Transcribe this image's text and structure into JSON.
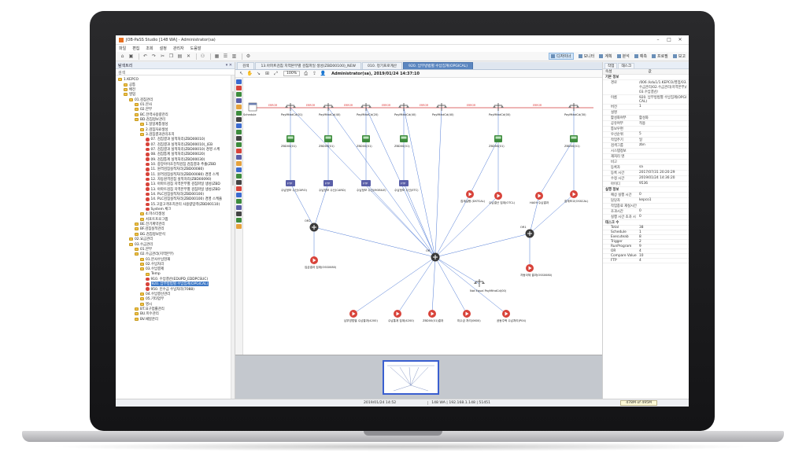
{
  "window": {
    "title": "JOB-PaSS Studio [148 WA] - Administrator(sa)"
  },
  "menu": [
    "파일",
    "편집",
    "조회",
    "설정",
    "관리자",
    "도움말"
  ],
  "views": [
    {
      "label": "디자이너",
      "active": true
    },
    {
      "label": "모니터",
      "active": false
    },
    {
      "label": "계획",
      "active": false
    },
    {
      "label": "분석",
      "active": false
    },
    {
      "label": "예측",
      "active": false
    },
    {
      "label": "프로필",
      "active": false
    },
    {
      "label": "보고",
      "active": false
    }
  ],
  "left_panel": {
    "title": "탐색트리",
    "search_placeholder": "검색",
    "items": [
      {
        "label": "1.KEPCO",
        "type": "folder",
        "indent": 0
      },
      {
        "label": "공통",
        "type": "folder",
        "indent": 1
      },
      {
        "label": "배전",
        "type": "folder",
        "indent": 1
      },
      {
        "label": "영업",
        "type": "folder",
        "indent": 1
      },
      {
        "label": "01.검침관리",
        "type": "folder",
        "indent": 2
      },
      {
        "label": "01.본사",
        "type": "folder",
        "indent": 3
      },
      {
        "label": "02.본부",
        "type": "folder",
        "indent": 3
      },
      {
        "label": "BC.전력사용량관리",
        "type": "folder",
        "indent": 3
      },
      {
        "label": "BD.검침정보관리",
        "type": "folder",
        "indent": 3
      },
      {
        "label": "1.일일계통생성",
        "type": "folder",
        "indent": 4
      },
      {
        "label": "2.검침자료생성",
        "type": "folder",
        "indent": 4
      },
      {
        "label": "3.검침결과관리조치",
        "type": "folder",
        "indent": 4
      },
      {
        "label": "07. 검침결과 실적처리(ZBD00010)",
        "type": "job",
        "indent": 5
      },
      {
        "label": "07. 검침결과 실적처리(ZBD00010)_(EB",
        "type": "job",
        "indent": 5
      },
      {
        "label": "07. 검침결과 실적처리(ZBD00010) 경영 스케",
        "type": "job",
        "indent": 5
      },
      {
        "label": "08. 검침통계 실적처리(ZBD00020)",
        "type": "job",
        "indent": 5
      },
      {
        "label": "09. 검침통계 실적처리(ZBD00030)",
        "type": "job",
        "indent": 5
      },
      {
        "label": "10. 중앙아이조친척검침 검침결과 추출(ZBD",
        "type": "job",
        "indent": 5
      },
      {
        "label": "11. 원격검침실적처리(ZBD00080)",
        "type": "job",
        "indent": 5
      },
      {
        "label": "11. 원격검침실적처리(ZBD00080) 경영 스케",
        "type": "job",
        "indent": 5
      },
      {
        "label": "12. 자동원격검침 실적처리(ZBD00090)",
        "type": "job",
        "indent": 5
      },
      {
        "label": "13. 아파트검침 지역본부별 검침파일 생성(ZBD",
        "type": "job",
        "indent": 5
      },
      {
        "label": "13. 아파트검침 지역본부별 검침파일 생성(ZBD",
        "type": "job",
        "indent": 5
      },
      {
        "label": "14. PLC검침실적처리(ZBD00100)",
        "type": "job",
        "indent": 5
      },
      {
        "label": "14. PLC검침실적처리(ZBD00100) 경영 스케줄",
        "type": "job",
        "indent": 5
      },
      {
        "label": "15.고압고객조치관리 사용량입력(ZBD00110)",
        "type": "job",
        "indent": 5
      },
      {
        "label": "System 체크",
        "type": "job",
        "indent": 5
      },
      {
        "label": "4.마스터생성",
        "type": "folder",
        "indent": 4
      },
      {
        "label": "서포트프로그램",
        "type": "folder",
        "indent": 4
      },
      {
        "label": "BE.전기계약관리",
        "type": "folder",
        "indent": 3
      },
      {
        "label": "BF.검침실적관리",
        "type": "folder",
        "indent": 3
      },
      {
        "label": "BG.검침정보분석",
        "type": "folder",
        "indent": 3
      },
      {
        "label": "02.요금관리",
        "type": "folder",
        "indent": 2
      },
      {
        "label": "03.수금관리",
        "type": "folder",
        "indent": 2
      },
      {
        "label": "01.본부",
        "type": "folder",
        "indent": 3
      },
      {
        "label": "02.수금관리(지역본부)",
        "type": "folder",
        "indent": 3
      },
      {
        "label": "01.본사수납현재",
        "type": "folder",
        "indent": 4
      },
      {
        "label": "02.수납처리",
        "type": "folder",
        "indent": 4
      },
      {
        "label": "03.수납결제",
        "type": "folder",
        "indent": 4
      },
      {
        "label": "Temp",
        "type": "folder",
        "indent": 5
      },
      {
        "label": "910. 수납결산(EDUPD_EDDPCSUC)",
        "type": "job",
        "indent": 5
      },
      {
        "label": "920. 납부방법별 수납집계(OPGICAL)",
        "type": "job",
        "indent": 5,
        "selected": true
      },
      {
        "label": "950. 인수금 수납처리(7088)",
        "type": "job",
        "indent": 5
      },
      {
        "label": "04.수납결산관리",
        "type": "folder",
        "indent": 4
      },
      {
        "label": "05.기타업무",
        "type": "folder",
        "indent": 4
      },
      {
        "label": "명시",
        "type": "folder",
        "indent": 4
      },
      {
        "label": "BT.요구업률관리",
        "type": "folder",
        "indent": 3
      },
      {
        "label": "BU.미수관리",
        "type": "folder",
        "indent": 3
      },
      {
        "label": "BV.채널관리",
        "type": "folder",
        "indent": 3
      }
    ]
  },
  "doc_tabs": [
    {
      "label": "검색",
      "active": false
    },
    {
      "label": "13.아파트검침 지역본부별 검침파일 생성(ZBD00100)_NEW",
      "active": false
    },
    {
      "label": "010. 정기프로계산",
      "active": false
    },
    {
      "label": "920. 납부방법별 수납집계(OPGICAL)",
      "active": true
    }
  ],
  "editor": {
    "zoom": "100%",
    "author": "Administrator(sa), 2019/01/24 14:37:10"
  },
  "diagram": {
    "nodes": [
      {
        "id": "schedule",
        "label": "Schedule",
        "kind": "calendar"
      },
      {
        "id": "w1",
        "label": "PayMthdCd(01)",
        "kind": "scale"
      },
      {
        "id": "w2",
        "label": "PayMthdCd(40)",
        "kind": "scale"
      },
      {
        "id": "w3",
        "label": "PayMthdCd(20)",
        "kind": "scale"
      },
      {
        "id": "w4",
        "label": "PayMthdCd(40)",
        "kind": "scale"
      },
      {
        "id": "w5",
        "label": "PayMthdCd(40)",
        "kind": "scale"
      },
      {
        "id": "w6",
        "label": "PayMthdCd(00)",
        "kind": "scale"
      },
      {
        "id": "w7",
        "label": "PayMthdCd(30)",
        "kind": "scale"
      },
      {
        "id": "p1",
        "label": "ZBD00(01)",
        "kind": "program"
      },
      {
        "id": "p2",
        "label": "ZBD00(01)",
        "kind": "program"
      },
      {
        "id": "p3",
        "label": "ZBD00(01)",
        "kind": "program"
      },
      {
        "id": "p4",
        "label": "ZBD00(01)",
        "kind": "program"
      },
      {
        "id": "p5",
        "label": "ZBD00(01)",
        "kind": "program"
      },
      {
        "id": "p6",
        "label": "ZBD00(01)",
        "kind": "program"
      },
      {
        "id": "f1",
        "label": "수납정보 수신(GIRO)",
        "kind": "ftp"
      },
      {
        "id": "f2",
        "label": "수납정보 수신(CARD)",
        "kind": "ftp"
      },
      {
        "id": "f3",
        "label": "수납정보 수신(MOBILE)",
        "kind": "ftp"
      },
      {
        "id": "f4",
        "label": "수납정보 수신(ETC)",
        "kind": "ftp"
      },
      {
        "id": "r1",
        "label": "집계실행 (DSTCAL)",
        "kind": "run"
      },
      {
        "id": "r2",
        "label": "수납결산 집계(OTCL)",
        "kind": "run"
      },
      {
        "id": "r3",
        "label": "HA09 수납결과",
        "kind": "run"
      },
      {
        "id": "r4",
        "label": "집계보고(OSSCAL)",
        "kind": "run"
      },
      {
        "id": "or2",
        "label": "OR2",
        "kind": "gate"
      },
      {
        "id": "or1",
        "label": "OR1",
        "kind": "gate"
      },
      {
        "id": "and",
        "label": "OR",
        "kind": "gate"
      },
      {
        "id": "b1",
        "label": "입금결과 집계(OSS0080)",
        "kind": "run"
      },
      {
        "id": "b2",
        "label": "자동이체 결과(OSS0080)",
        "kind": "run"
      },
      {
        "id": "c1",
        "label": "납부방법별 수납결과(4200)",
        "kind": "run"
      },
      {
        "id": "c2",
        "label": "수납통계 집계(4200)",
        "kind": "run"
      },
      {
        "id": "c3",
        "label": "ZBD00(01)결과",
        "kind": "run"
      },
      {
        "id": "c4",
        "label": "미수금 처리(0600)",
        "kind": "run"
      },
      {
        "id": "c5",
        "label": "공동주택 수납처리(P04)",
        "kind": "run"
      },
      {
        "id": "n1",
        "label": "Not Equal PayMthdCd(00)",
        "kind": "scale"
      }
    ],
    "edge_labels": [
      "ERROR",
      "OK"
    ]
  },
  "right_panel": {
    "tabs": [
      "작업",
      "태스크"
    ],
    "col_key": "속성",
    "col_val": "값",
    "rows": [
      {
        "section": true,
        "key": "기본 정보"
      },
      {
        "key": "경로",
        "value": "/006 /kdu1/1.KEPCO/영업/03.수금관리/02.수금관리(지역본부)/03.수납결산/"
      },
      {
        "key": "이름",
        "value": "920. 납부방법별 수납집계(OPGICAL)"
      },
      {
        "key": "버전",
        "value": "1"
      },
      {
        "key": "설명",
        "value": ""
      },
      {
        "key": "활성화여부",
        "value": "활성화"
      },
      {
        "key": "공유여부",
        "value": "적용"
      },
      {
        "key": "통보우편",
        "value": ""
      },
      {
        "key": "우선순위",
        "value": "5"
      },
      {
        "key": "작업주기",
        "value": "일"
      },
      {
        "key": "검색그룹",
        "value": "zbn"
      },
      {
        "key": "시스템정보",
        "value": ""
      },
      {
        "key": "재처리 명",
        "value": ""
      },
      {
        "key": "비고",
        "value": ""
      },
      {
        "key": "등록자",
        "value": "sa"
      },
      {
        "key": "등록 시간",
        "value": "2017/07/31 20:20:29"
      },
      {
        "key": "수정 시간",
        "value": "2019/01/24 14:36:20"
      },
      {
        "key": "아이디",
        "value": "9536"
      },
      {
        "section": true,
        "key": "실행 정보"
      },
      {
        "key": "예상 실행 시간",
        "value": "0"
      },
      {
        "key": "담당자",
        "value": "kepco1"
      },
      {
        "key": "작업종료 재실시간",
        "value": ""
      },
      {
        "key": "조과시간",
        "value": "0"
      },
      {
        "key": "실행 시간 조과 시",
        "value": "0"
      },
      {
        "section": true,
        "key": "태스크 수"
      },
      {
        "key": "Total",
        "value": "38"
      },
      {
        "key": "Schedule",
        "value": "1"
      },
      {
        "key": "Executeab",
        "value": "8"
      },
      {
        "key": "Trigger",
        "value": "2"
      },
      {
        "key": "RunProgram",
        "value": "9"
      },
      {
        "key": "OR",
        "value": "4"
      },
      {
        "key": "Compare Value",
        "value": "10"
      },
      {
        "key": "FTP",
        "value": "4"
      }
    ]
  },
  "status": {
    "time": "2019/01/24 14:52",
    "connection": "148 WA | 192.168.1.148 | 51451",
    "memory": "478M of 495M"
  },
  "colors": {
    "error_edge": "#d33a3a",
    "ok_edge": "#3b6bd0",
    "program_box": "#3d8c3d",
    "ftp_box": "#5a5fa8",
    "run_icon": "#d8433a",
    "gate": "#3a3a3a",
    "selection": "#3d78c6"
  }
}
